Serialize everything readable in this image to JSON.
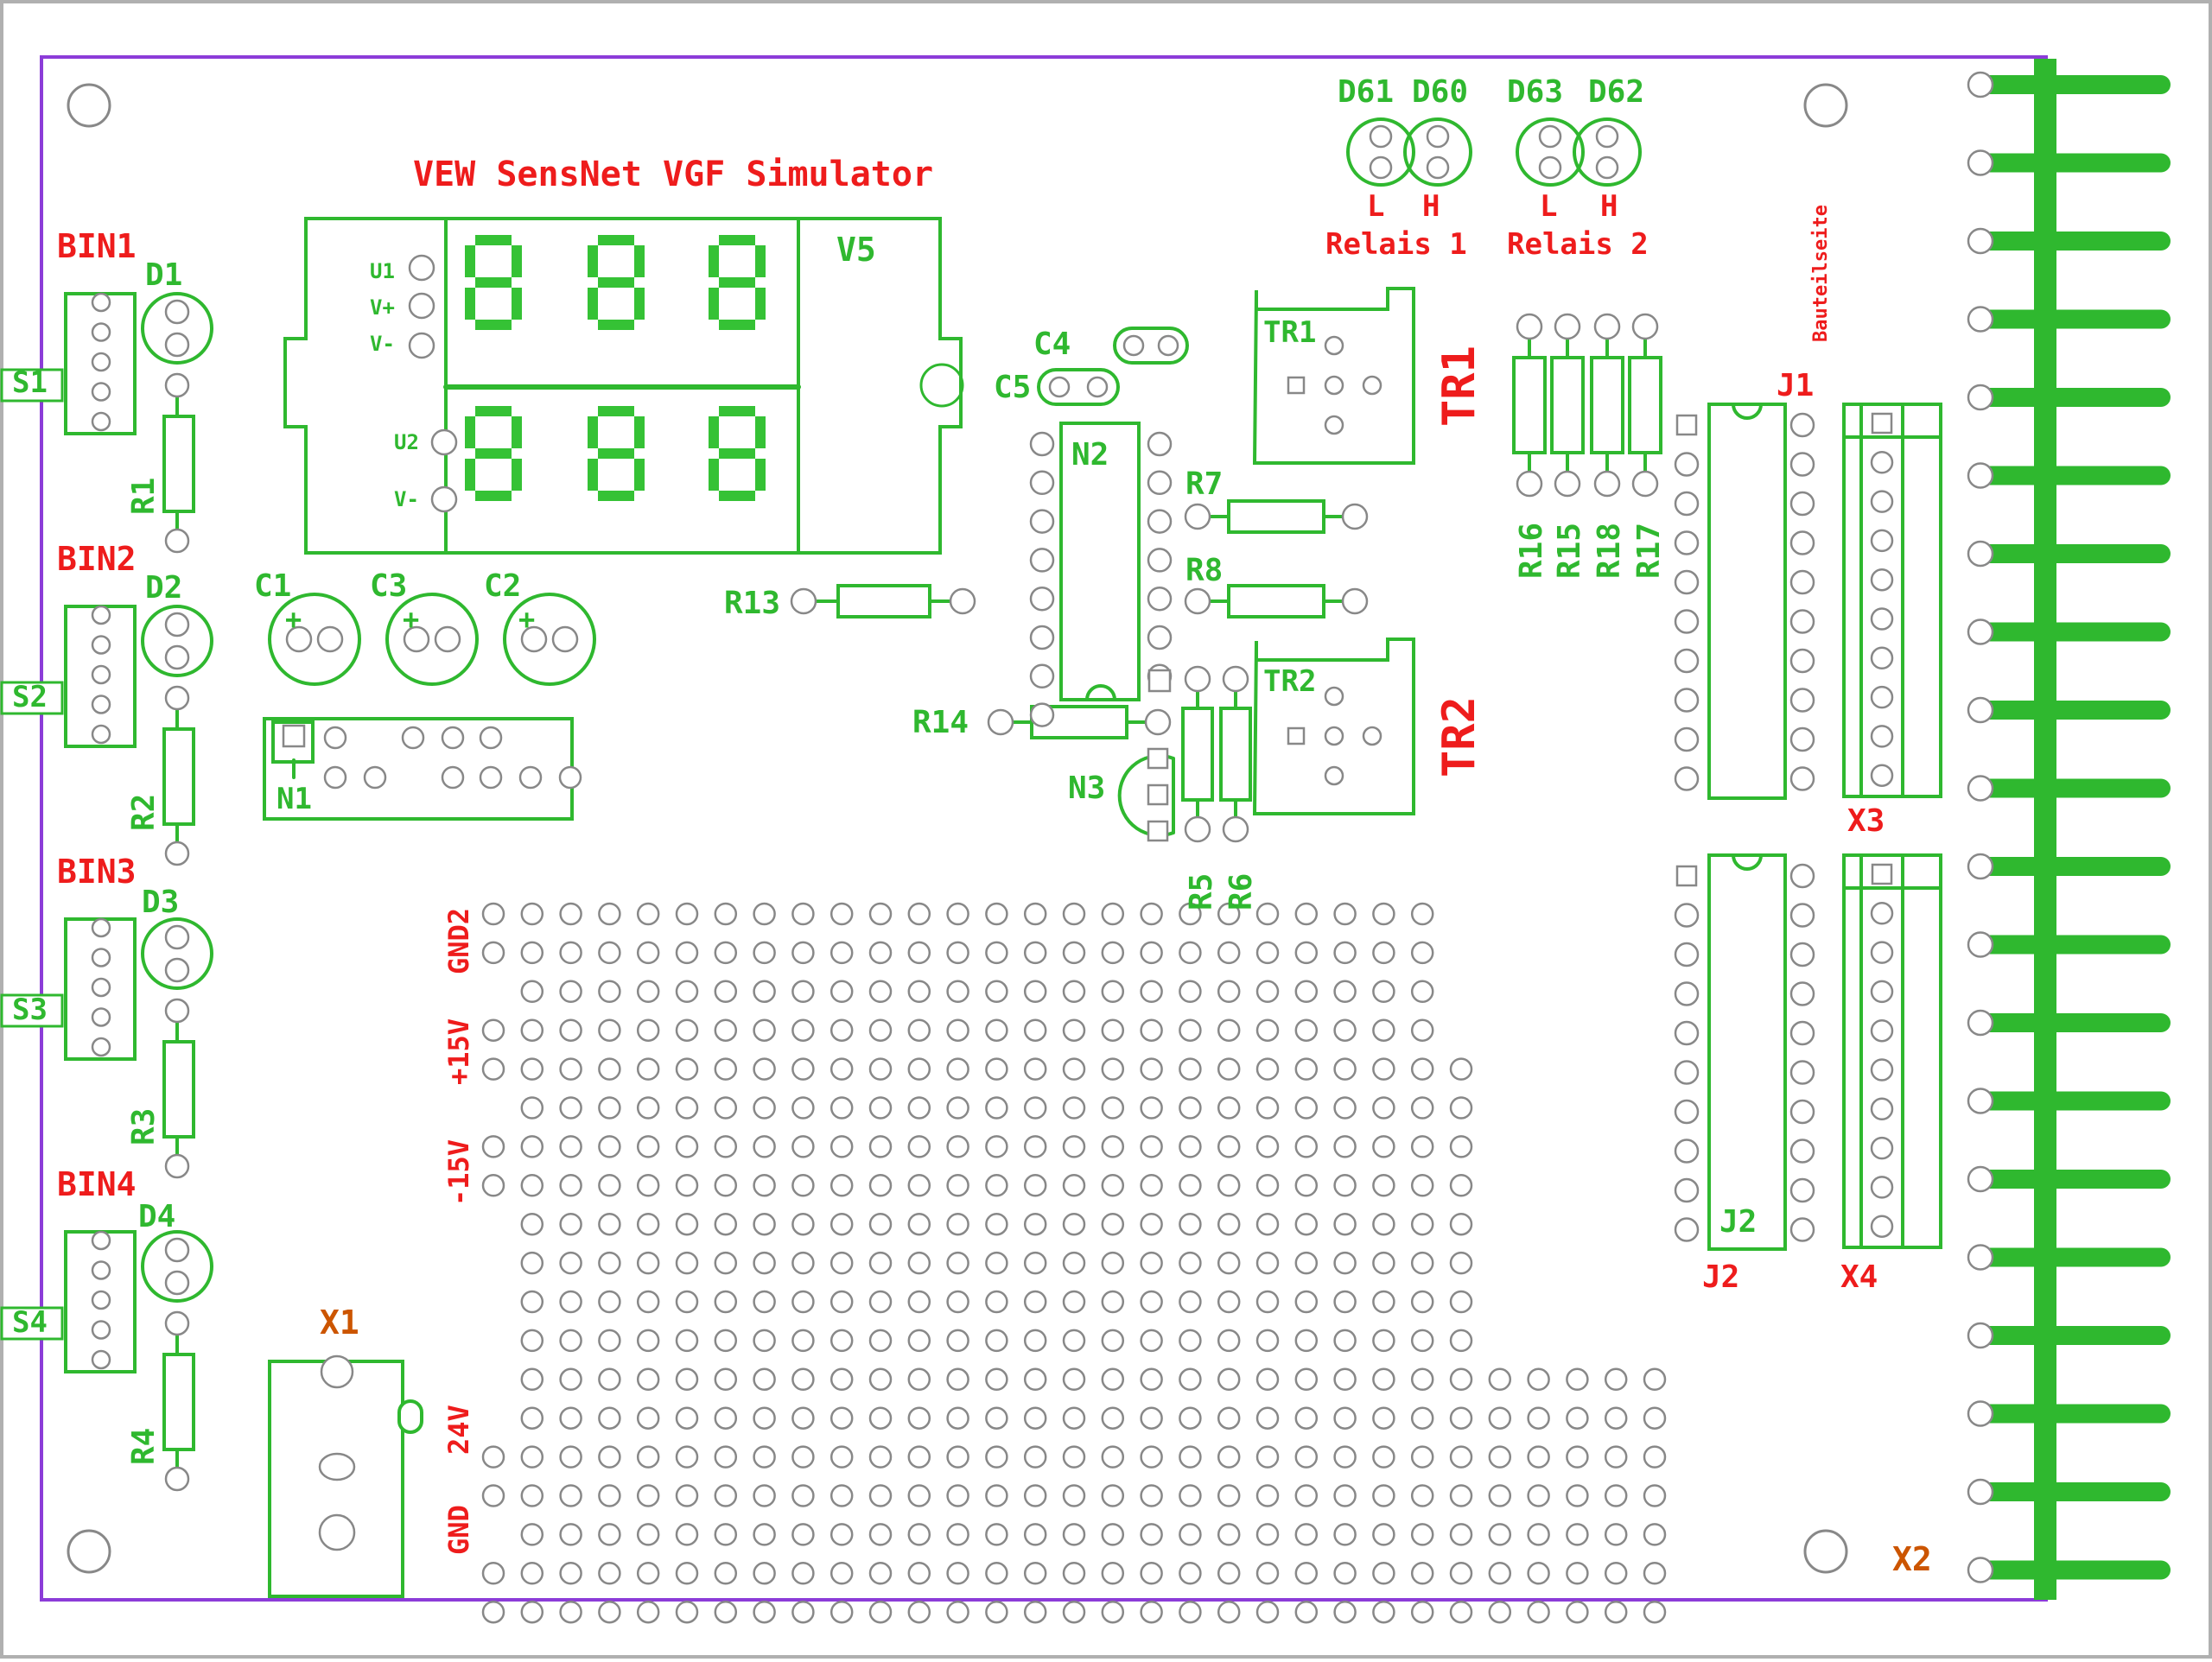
{
  "colors": {
    "silk": "#2fb82f",
    "label_red": "#ee1c1c",
    "label_orange": "#cc5500",
    "outline": "#8c3cd8",
    "pad": "#888888",
    "frame": "#b0b0b0",
    "segment": "#35c235"
  },
  "title": "VEW SensNet VGF Simulator",
  "display": {
    "label": "V5",
    "rows": [
      {
        "pins": [
          "U1",
          "V+",
          "V-"
        ]
      },
      {
        "pins": [
          "U2",
          "V-"
        ]
      }
    ]
  },
  "side_label": "Bauteilseite",
  "bin_labels": [
    "BIN1",
    "BIN2",
    "BIN3",
    "BIN4"
  ],
  "switch_labels": [
    "S1",
    "S2",
    "S3",
    "S4"
  ],
  "led_labels": [
    "D1",
    "D2",
    "D3",
    "D4"
  ],
  "resistor_labels": [
    "R1",
    "R2",
    "R3",
    "R4"
  ],
  "caps": [
    "C1",
    "C3",
    "C2"
  ],
  "cap_polarity": "+",
  "n1_label": "N1",
  "r13": "R13",
  "r14": "R14",
  "c4": "C4",
  "c5": "C5",
  "n2": "N2",
  "n3": "N3",
  "r7": "R7",
  "r8": "R8",
  "r5": "R5",
  "r6": "R6",
  "tr1_small": "TR1",
  "tr1_big": "TR1",
  "tr2_small": "TR2",
  "tr2_big": "TR2",
  "relay_leds": {
    "d61": "D61",
    "d60": "D60",
    "d63": "D63",
    "d62": "D62"
  },
  "relay_lh": {
    "l1": "L",
    "h1": "H",
    "l2": "L",
    "h2": "H"
  },
  "relais1": "Relais 1",
  "relais2": "Relais 2",
  "right_resistors": [
    "R16",
    "R15",
    "R18",
    "R17"
  ],
  "j1": "J1",
  "j2_inner": "J2",
  "j2": "J2",
  "x3": "X3",
  "x4": "X4",
  "x1": "X1",
  "x2": "X2",
  "rail_labels": {
    "gnd2": "GND2",
    "p15": "+15V",
    "m15": "-15V",
    "v24": "24V",
    "gnd": "GND"
  }
}
